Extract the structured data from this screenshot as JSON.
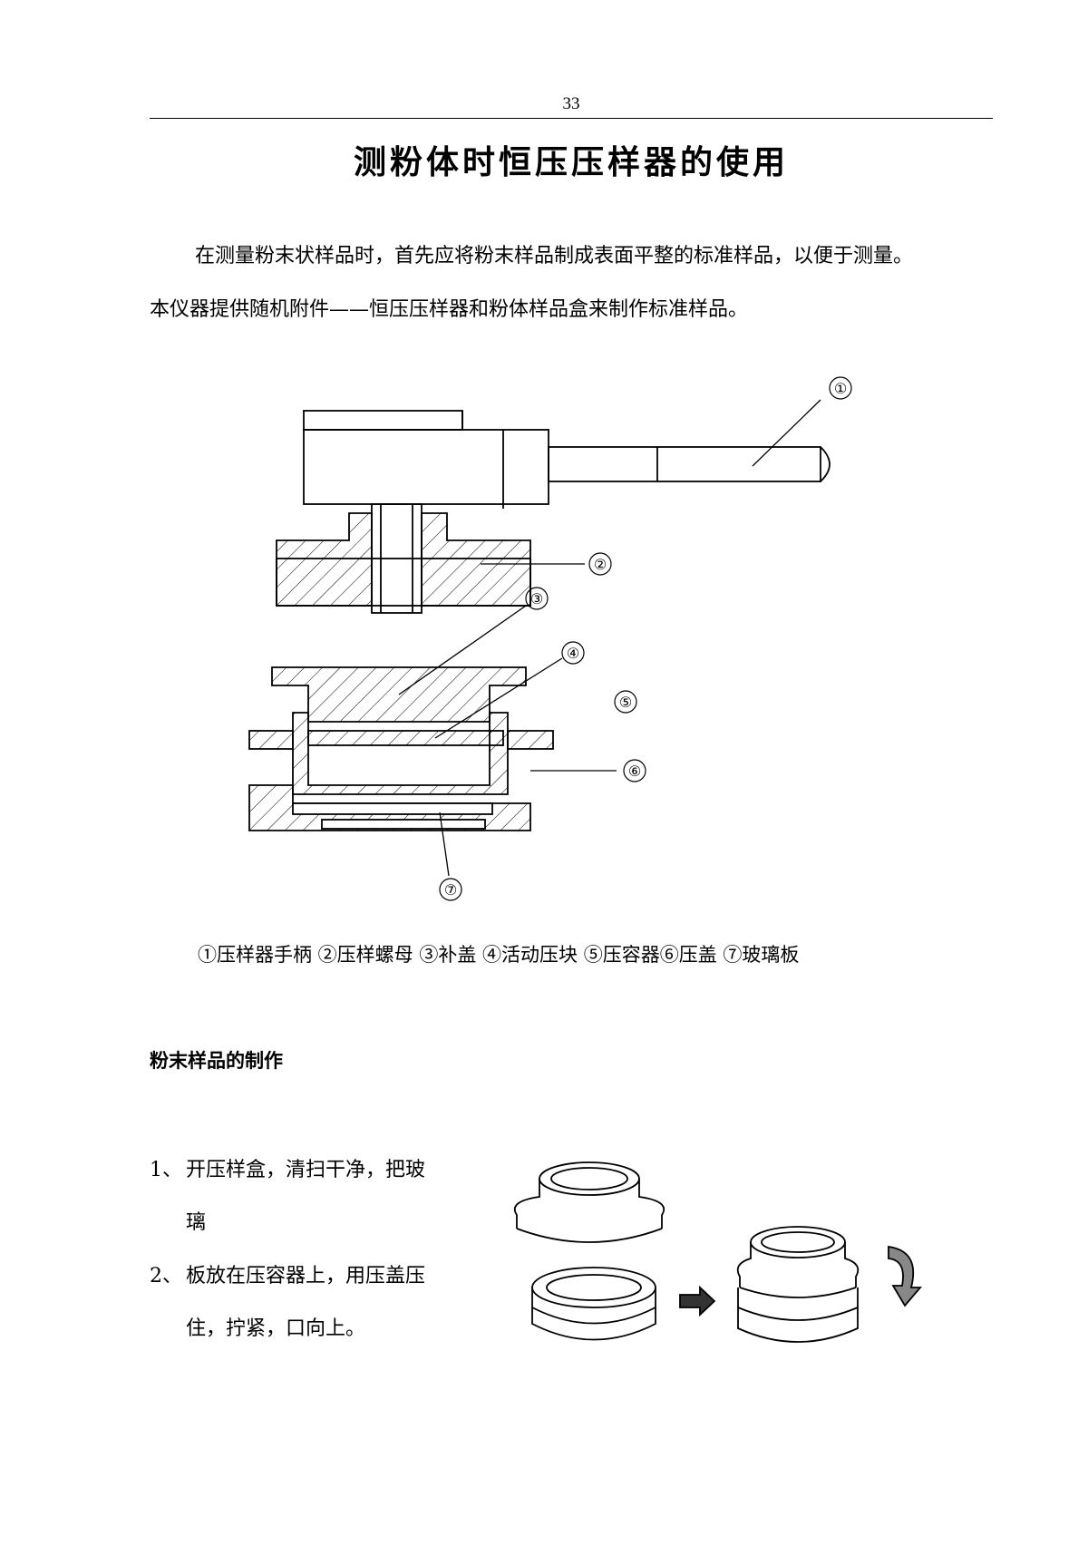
{
  "page_number": "33",
  "title": "测粉体时恒压压样器的使用",
  "intro": {
    "line1": "在测量粉末状样品时，首先应将粉末样品制成表面平整的标准样品，以便于测量。",
    "line2": "本仪器提供随机附件——恒压压样器和粉体样品盒来制作标准样品。"
  },
  "diagram": {
    "callouts": [
      "①",
      "②",
      "③",
      "④",
      "⑤",
      "⑥",
      "⑦"
    ]
  },
  "caption": "①压样器手柄  ②压样螺母  ③补盖  ④活动压块  ⑤压容器⑥压盖  ⑦玻璃板",
  "section_heading": "粉末样品的制作",
  "steps": [
    {
      "num": "1、",
      "text": "开压样盒，清扫干净，把玻",
      "cont": "璃"
    },
    {
      "num": "2、",
      "text": "板放在压容器上，用压盖压",
      "cont": "住，拧紧，口向上。"
    }
  ]
}
